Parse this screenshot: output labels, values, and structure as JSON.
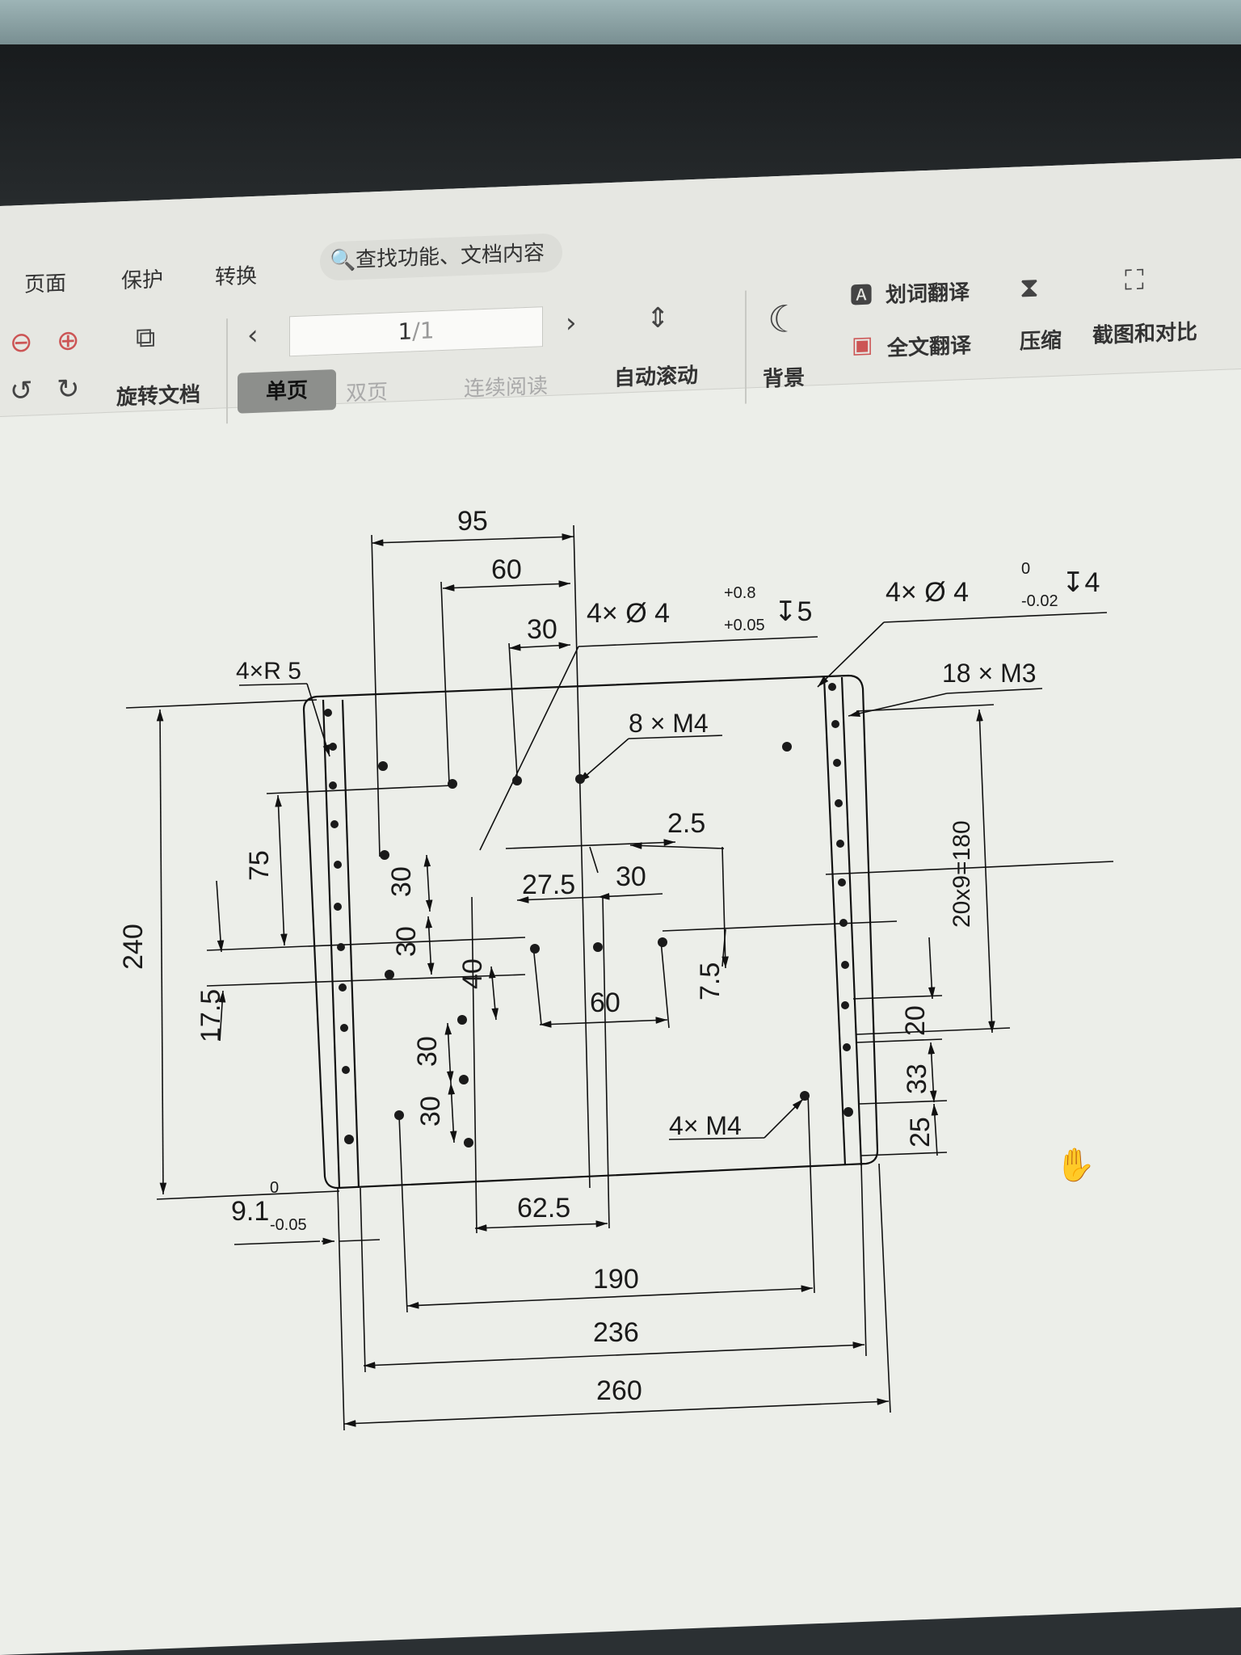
{
  "toolbar": {
    "menu": [
      "页面",
      "保护",
      "转换"
    ],
    "search_placeholder": "查找功能、文档内容",
    "rotate_label": "旋转文档",
    "page_current": "1",
    "page_total": "/1",
    "view_single": "单页",
    "view_double": "双页",
    "view_continuous": "连续阅读",
    "auto_scroll": "自动滚动",
    "background": "背景",
    "word_translate": "划词翻译",
    "full_translate": "全文翻译",
    "compress": "压缩",
    "screenshot_compare": "截图和对比"
  },
  "drawing": {
    "dims": {
      "d95": "95",
      "d60_top": "60",
      "d30_top": "30",
      "d240": "240",
      "d75": "75",
      "d17_5": "17.5",
      "d30_a": "30",
      "d30_b": "30",
      "d40": "40",
      "d30_c": "30",
      "d30_d": "30",
      "d27_5": "27.5",
      "d30_mid": "30",
      "d2_5": "2.5",
      "d7_5": "7.5",
      "d60_mid": "60",
      "d62_5": "62.5",
      "d190": "190",
      "d236": "236",
      "d260": "260",
      "d20": "20",
      "d33": "33",
      "d25": "25",
      "d20x9": "20x9=180",
      "d9_1": "9.1",
      "d9_1_tol_top": "0",
      "d9_1_tol_bot": "-0.05"
    },
    "callouts": {
      "r5": "4×R 5",
      "hole4_left": "4× Ø  4",
      "hole4_left_tol_top": "+0.8",
      "hole4_left_tol_bot": "+0.05",
      "hole4_left_depth": "↧5",
      "hole4_right": "4× Ø  4",
      "hole4_right_tol_top": "0",
      "hole4_right_tol_bot": "-0.02",
      "hole4_right_depth": "↧4",
      "m3": "18 × M3",
      "m4_8": "8 × M4",
      "m4_4": "4× M4"
    }
  }
}
